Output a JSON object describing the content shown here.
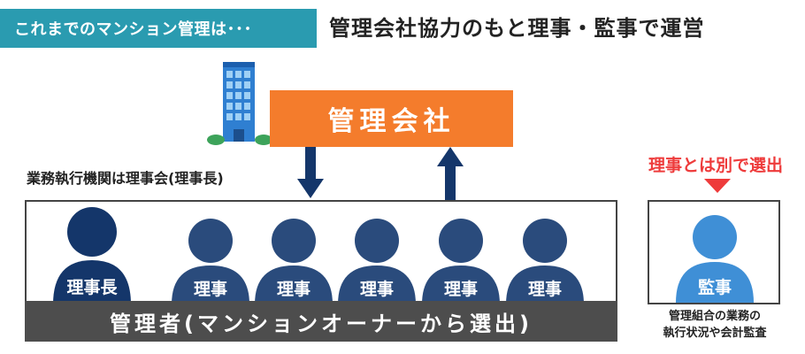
{
  "header": {
    "tag": "これまでのマンション管理は･･･",
    "headline": "管理会社協力のもと理事・監事で運営"
  },
  "company": {
    "label": "管理会社"
  },
  "executive_label": "業務執行機関は理事会(理事長)",
  "board": {
    "members": [
      {
        "label": "理事長",
        "color": "#14366a"
      },
      {
        "label": "理事",
        "color": "#2a4b7c"
      },
      {
        "label": "理事",
        "color": "#2a4b7c"
      },
      {
        "label": "理事",
        "color": "#2a4b7c"
      },
      {
        "label": "理事",
        "color": "#2a4b7c"
      },
      {
        "label": "理事",
        "color": "#2a4b7c"
      }
    ]
  },
  "managers_bar": "管理者(マンションオーナーから選出)",
  "auditor": {
    "note": "理事とは別で選出",
    "label": "監事",
    "color": "#3f8fd6",
    "desc_line1": "管理組合の業務の",
    "desc_line2": "執行状況や会計監査"
  },
  "colors": {
    "tag_bg": "#2a9bb0",
    "company_bg": "#f47c2c",
    "arrow": "#14366a",
    "bar_bg": "#4d4d4d",
    "note_red": "#ee3b3b"
  }
}
